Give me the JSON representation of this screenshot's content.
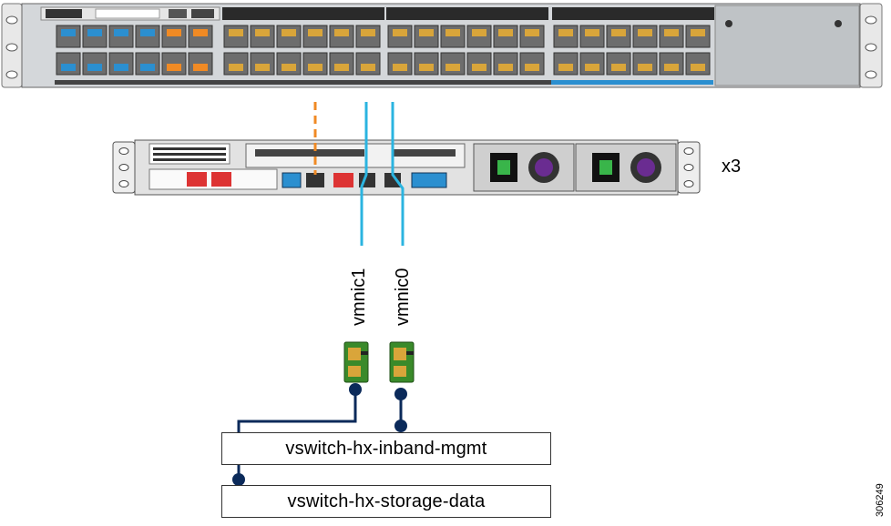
{
  "server_count": "x3",
  "vnics": [
    {
      "label": "vmnic1"
    },
    {
      "label": "vmnic0"
    }
  ],
  "vswitches": [
    {
      "label": "vswitch-hx-inband-mgmt"
    },
    {
      "label": "vswitch-hx-storage-data"
    }
  ],
  "figure_id": "306249",
  "colors": {
    "uplink_mgmt": "#f08a24",
    "uplink_data": "#2bb4e0",
    "vswitch_link": "#0b2a5a",
    "switch_body": "#cfd3d6",
    "port_amber": "#d9a53a",
    "port_blue": "#2b8fd0"
  }
}
